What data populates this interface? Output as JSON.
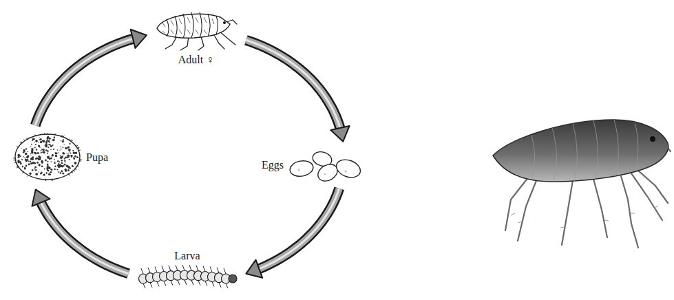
{
  "diagram": {
    "nodes": [
      {
        "text": [
          "Adult ♀"
        ]
      },
      {
        "text": [
          "Eggs"
        ]
      },
      {
        "text": [
          "Larva"
        ]
      },
      {
        "text": [
          "Pupa"
        ]
      }
    ],
    "edges": [
      {
        "from": 0,
        "to": 1,
        "arrow": "to"
      },
      {
        "from": 1,
        "to": 2,
        "arrow": "to"
      },
      {
        "from": 2,
        "to": 3,
        "arrow": "to"
      },
      {
        "from": 3,
        "to": 0,
        "arrow": "to"
      }
    ]
  }
}
